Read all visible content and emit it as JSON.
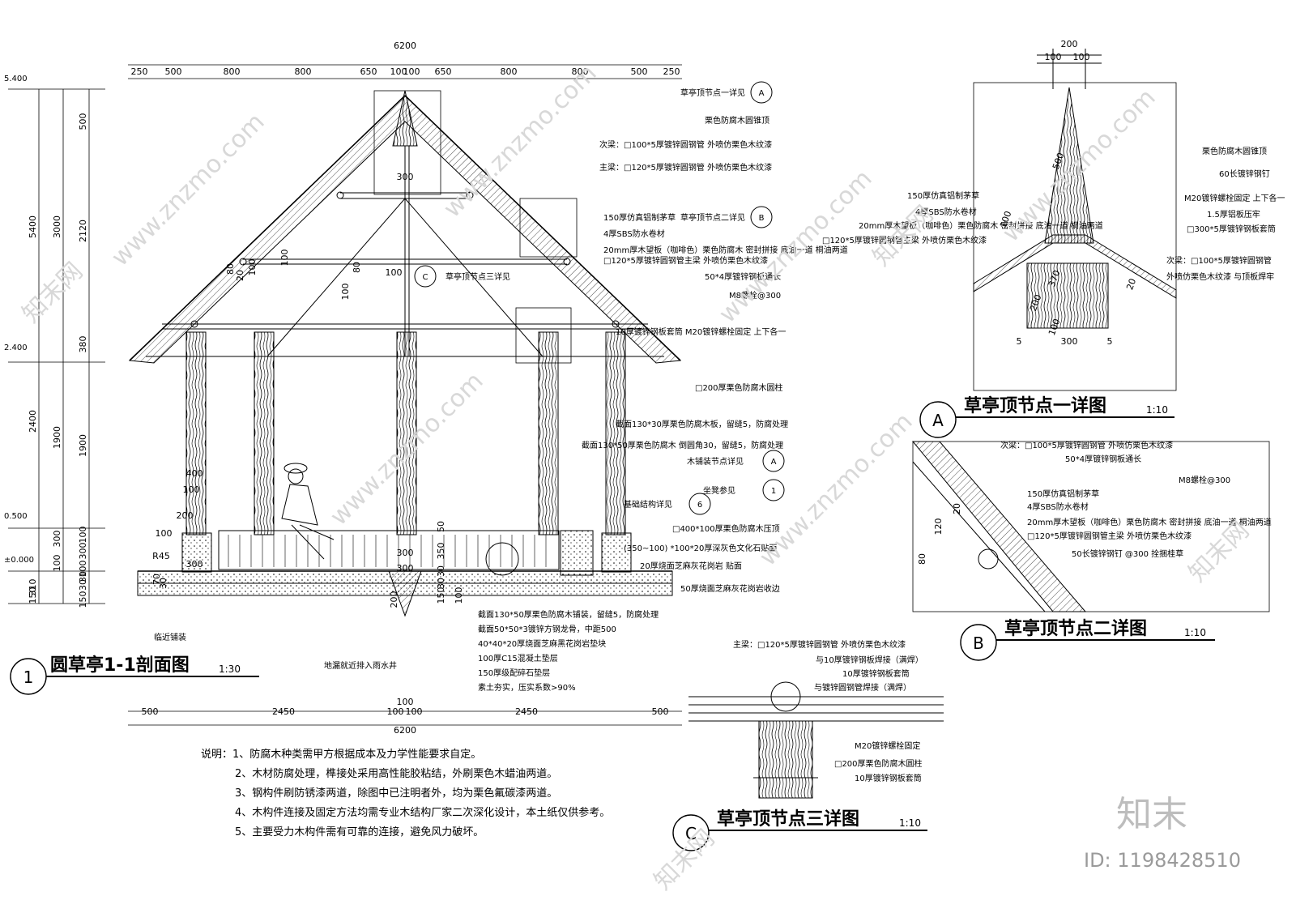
{
  "main_section": {
    "title": "圆草亭1-1剖面图",
    "scale": "1:30",
    "marker": "1",
    "top_total": "6200",
    "top_segments": [
      "250",
      "500",
      "800",
      "800",
      "650",
      "100",
      "100",
      "650",
      "800",
      "800",
      "500",
      "250"
    ],
    "bottom_segments": [
      "500",
      "2450",
      "100",
      "100",
      "2450",
      "500"
    ],
    "bottom_mid": "100",
    "bottom_total": "6200",
    "elevations": [
      "5.400",
      "2.400",
      "0.500",
      "±0.000"
    ],
    "left_outer_dims": [
      "5400",
      "2400",
      "310",
      "150"
    ],
    "left_mid_dims": [
      "3000",
      "1900",
      "300",
      "100"
    ],
    "left_inner_dims": [
      "500",
      "2120",
      "380",
      "1900",
      "100",
      "300",
      "100",
      "30",
      "30",
      "150"
    ],
    "internal_dims": [
      "300",
      "100",
      "80",
      "20",
      "100",
      "100",
      "80",
      "100",
      "400",
      "100",
      "200",
      "100",
      "R45",
      "300",
      "300",
      "70",
      "30",
      "50",
      "300",
      "350",
      "30",
      "30",
      "150",
      "100",
      "200"
    ],
    "callouts": [
      {
        "text": "草亭顶节点一详见",
        "tag": "A"
      },
      {
        "text": "栗色防腐木圆锥顶"
      },
      {
        "text": "次梁：□100*5厚镀锌圆钢管 外喷仿栗色木纹漆"
      },
      {
        "text": "主梁：□120*5厚镀锌圆钢管 外喷仿栗色木纹漆"
      },
      {
        "text": "草亭顶节点二详见",
        "tag": "B"
      },
      {
        "text": "150厚仿真铝制茅草"
      },
      {
        "text": "4厚SBS防水卷材"
      },
      {
        "text": "20mm厚木望板（咖啡色）栗色防腐木 密封拼接 底油一道 桐油两道"
      },
      {
        "text": "□120*5厚镀锌圆钢管主梁 外喷仿栗色木纹漆"
      },
      {
        "text": "草亭顶节点三详见",
        "tag": "C"
      },
      {
        "text": "50*4厚镀锌钢板通长"
      },
      {
        "text": "M8螺栓@300"
      },
      {
        "text": "10厚镀锌钢板套筒 M20镀锌螺栓固定 上下各一"
      },
      {
        "text": "□200厚栗色防腐木圆柱"
      },
      {
        "text": "截面130*30厚栗色防腐木板，留缝5，防腐处理"
      },
      {
        "text": "截面130*50厚栗色防腐木 倒圆角30，留缝5，防腐处理"
      },
      {
        "text": "木铺装节点详见",
        "tag": "A"
      },
      {
        "text": "坐凳参见",
        "tag": "1"
      },
      {
        "text": "基础结构详见",
        "tag": "6"
      },
      {
        "text": "□400*100厚栗色防腐木压顶"
      },
      {
        "text": "(350~100) *100*20厚深灰色文化石贴面"
      },
      {
        "text": "20厚烧面芝麻灰花岗岩 贴面"
      },
      {
        "text": "50厚烧面芝麻灰花岗岩收边"
      },
      {
        "text": "截面130*50厚栗色防腐木铺装，留缝5，防腐处理"
      },
      {
        "text": "截面50*50*3镀锌方钢龙骨，中距500"
      },
      {
        "text": "40*40*20厚烧面芝麻黑花岗岩垫块"
      },
      {
        "text": "100厚C15混凝土垫层"
      },
      {
        "text": "150厚级配碎石垫层"
      },
      {
        "text": "素土夯实，压实系数>90%"
      },
      {
        "text": "临近铺装"
      },
      {
        "text": "地漏就近排入雨水井"
      }
    ],
    "notes": [
      "说明：1、防腐木种类需甲方根据成本及力学性能要求自定。",
      "2、木材防腐处理，榫接处采用高性能胶粘结，外刷栗色木蜡油两道。",
      "3、钢构件刷防锈漆两道，除图中已注明者外，均为栗色氟碳漆两道。",
      "4、木构件连接及固定方法均需专业木结构厂家二次深化设计，本土纸仅供参考。",
      "5、主要受力木构件需有可靠的连接，避免风力破坏。"
    ]
  },
  "detail_a": {
    "title": "草亭顶节点一详图",
    "scale": "1:10",
    "marker": "A",
    "dims": [
      "200",
      "100",
      "100",
      "500",
      "100",
      "370",
      "200",
      "100",
      "20",
      "5",
      "300",
      "5"
    ],
    "callouts": [
      "栗色防腐木圆锥顶",
      "60长镀锌钢钉",
      "M20镀锌螺栓固定 上下各一",
      "1.5厚铝板压牢",
      "□300*5厚镀锌钢板套筒",
      "次梁：□100*5厚镀锌圆钢管",
      "外喷仿栗色木纹漆 与顶板焊牢",
      "150厚仿真铝制茅草",
      "4厚SBS防水卷材",
      "20mm厚木望板（咖啡色）栗色防腐木 密封拼接 底油一道 桐油两道",
      "□120*5厚镀锌圆钢管主梁 外喷仿栗色木纹漆"
    ]
  },
  "detail_b": {
    "title": "草亭顶节点二详图",
    "scale": "1:10",
    "marker": "B",
    "dims": [
      "120",
      "20",
      "80"
    ],
    "callouts": [
      "次梁：□100*5厚镀锌圆钢管 外喷仿栗色木纹漆",
      "50*4厚镀锌钢板通长",
      "M8螺栓@300",
      "150厚仿真铝制茅草",
      "4厚SBS防水卷材",
      "20mm厚木望板（咖啡色）栗色防腐木 密封拼接 底油一道 桐油两道",
      "□120*5厚镀锌圆钢管主梁 外喷仿栗色木纹漆",
      "50长镀锌钢钉 @300 拴捆桂草"
    ]
  },
  "detail_c": {
    "title": "草亭顶节点三详图",
    "scale": "1:10",
    "marker": "C",
    "callouts": [
      "主梁：□120*5厚镀锌圆钢管 外喷仿栗色木纹漆",
      "与10厚镀锌钢板焊接（满焊）",
      "10厚镀锌钢板套筒",
      "与镀锌圆钢管焊接（满焊）",
      "M20镀锌螺栓固定",
      "□200厚栗色防腐木圆柱",
      "10厚镀锌钢板套筒"
    ]
  },
  "watermark": {
    "site": "www.znzmo.com",
    "brand": "知末网",
    "logo": "知末",
    "id": "ID: 1198428510"
  }
}
